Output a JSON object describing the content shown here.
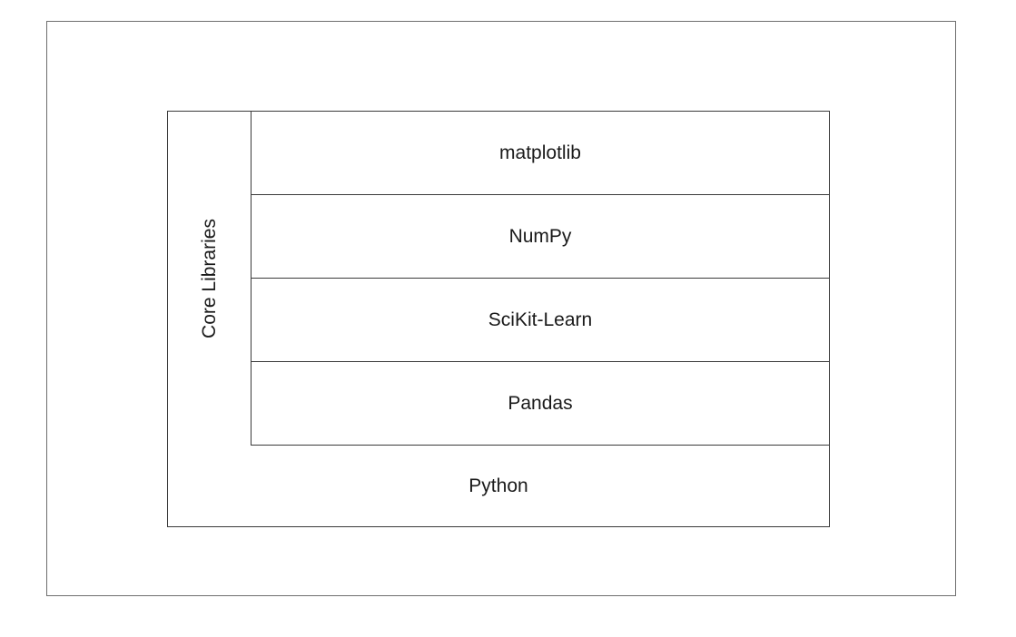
{
  "diagram": {
    "side_label": "Core Libraries",
    "libraries": [
      {
        "label": "matplotlib"
      },
      {
        "label": "NumPy"
      },
      {
        "label": "SciKit-Learn"
      },
      {
        "label": "Pandas"
      }
    ],
    "base_label": "Python"
  }
}
